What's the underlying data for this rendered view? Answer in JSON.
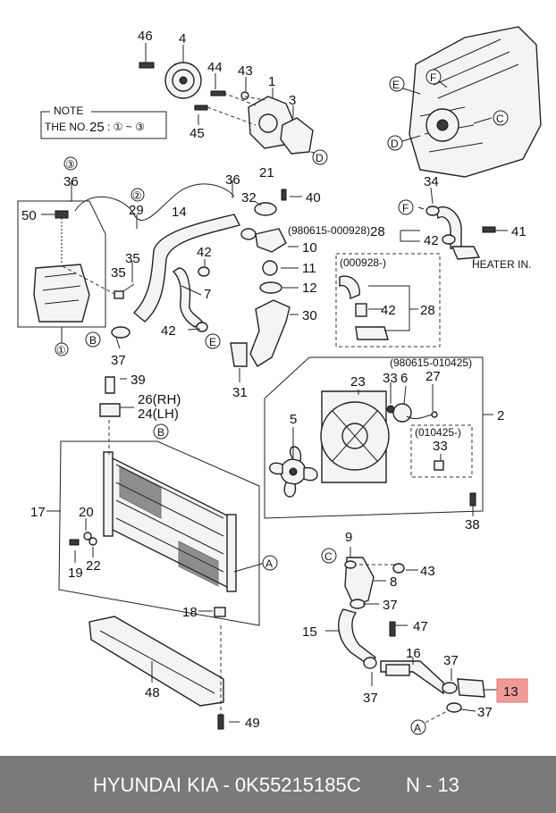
{
  "note": {
    "title": "NOTE",
    "line_prefix": "THE NO.",
    "line_num": "25",
    "line_rest": ": ① ~ ③"
  },
  "labels": {
    "p46": "46",
    "p4": "4",
    "p44": "44",
    "p43a": "43",
    "p1": "1",
    "p3": "3",
    "p45": "45",
    "p36a": "36",
    "p36b": "36",
    "p29": "29",
    "p14": "14",
    "p50": "50",
    "p35": "35",
    "p37a": "37",
    "p21": "21",
    "p32": "32",
    "p40": "40",
    "p10": "10",
    "p11": "11",
    "p12": "12",
    "p30": "30",
    "p31": "31",
    "p42a": "42",
    "p7": "7",
    "p42b": "42",
    "p28a": "28",
    "p42c": "42",
    "p28b": "28",
    "p34": "34",
    "p41": "41",
    "p39": "39",
    "p26": "26(RH)",
    "p24": "24(LH)",
    "p23": "23",
    "p33a": "33",
    "p6": "6",
    "p27": "27",
    "p2": "2",
    "p5": "5",
    "p33b": "33",
    "p38": "38",
    "p17": "17",
    "p20": "20",
    "p19": "19",
    "p22": "22",
    "p18": "18",
    "p48": "48",
    "p49": "49",
    "p9": "9",
    "p8": "8",
    "p43b": "43",
    "p15": "15",
    "p47": "47",
    "p16": "16",
    "p37b": "37",
    "p37c": "37",
    "p37d": "37",
    "p37e": "37",
    "p13": "13"
  },
  "circle_nums": {
    "c3": "③",
    "c2": "②",
    "c1": "①"
  },
  "ref_letters": {
    "rE1": "E",
    "rF1": "F",
    "rC1": "C",
    "rD1": "D",
    "rD2": "D",
    "rF2": "F",
    "rB1": "B",
    "rE2": "E",
    "rB2": "B",
    "rA1": "A",
    "rC2": "C",
    "rA2": "A"
  },
  "date_codes": {
    "d1": "(980615-000928)",
    "d2": "(000928-)",
    "d3": "(980615-010425)",
    "d4": "(010425-)"
  },
  "heater_label": "HEATER IN.",
  "highlighted_part": "13",
  "footer": {
    "brand": "HYUNDAI  KIA - 0K55215185C",
    "page": "N - 13"
  }
}
